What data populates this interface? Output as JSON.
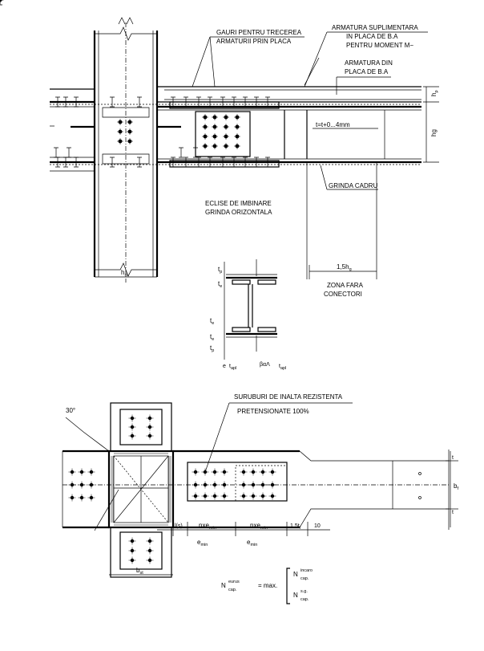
{
  "labels": {
    "gauri": "GAURI PENTRU TRECEREA",
    "armaturi_placa": "ARMATURII PRIN PLACA",
    "armatura_sup_1": "ARMATURA SUPLIMENTARA",
    "armatura_sup_2": "IN PLACA DE B.A",
    "armatura_sup_3": "PENTRU MOMENT M−",
    "armatura_din_1": "ARMATURA DIN",
    "armatura_din_2": "PLACA DE B.A",
    "t_formula": "t=t+0...4mm",
    "grinda_cadru": "GRINDA CADRU",
    "eclise_1": "ECLISE DE IMBINARE",
    "eclise_2": "GRINDA ORIZONTALA",
    "zona_1": "ZONA FARA",
    "zona_2": "CONECTORI",
    "dim_15hg": "1,5h",
    "dim_15hg_sub": "g",
    "dim_hst": "h",
    "dim_hst_sub": "st",
    "dim_hp": "h",
    "dim_hp_sub": "p",
    "dim_hg": "hg",
    "t_p": "t",
    "t_p_sub": "p",
    "t_e1": "t",
    "t_e1_sub": "e",
    "t_e2": "t",
    "t_e2_sub": "e",
    "t_e3": "t",
    "t_e3_sub": "e",
    "t_p2": "t",
    "t_p2_sub": "p",
    "bottom_tapl": "t",
    "bottom_tapl_sub": "apl",
    "bottom_e": "e",
    "bottom_sigma": "βαΛ",
    "bottom_tapl2": "t",
    "bottom_tapl2_sub": "apl",
    "suruburi_1": "SURUBURI DE INALTA REZISTENTA",
    "suruburi_2": "PRETENSIONATE 100%",
    "angle_30": "30°",
    "dim_l1": "l(s)",
    "dim_nxe1": "nxe",
    "dim_nxe1_sub": "min",
    "dim_nxe2": "nxe",
    "dim_nxe2_sub": "min",
    "dim_15tf": "1,5t",
    "dim_15tf_sub": "f",
    "dim_10": "10",
    "dim_emin1": "e",
    "dim_emin1_sub": "min",
    "dim_emin2": "e",
    "dim_emin2_sub": "min",
    "dim_bst": "b",
    "dim_bst_sub": "st",
    "dim_tf1": "t",
    "dim_tf2": "t",
    "dim_bf": "b",
    "dim_bf_sub": "f",
    "formula_N": "N",
    "formula_sup": "eurus",
    "formula_sub": "cap.",
    "formula_eq": "= max.",
    "formula_N1": "N",
    "formula_N1_sup": "incaro",
    "formula_N1_sub": "cap.",
    "formula_N2": "N",
    "formula_N2_sup": "s.g.",
    "formula_N2_sub": "cap."
  }
}
